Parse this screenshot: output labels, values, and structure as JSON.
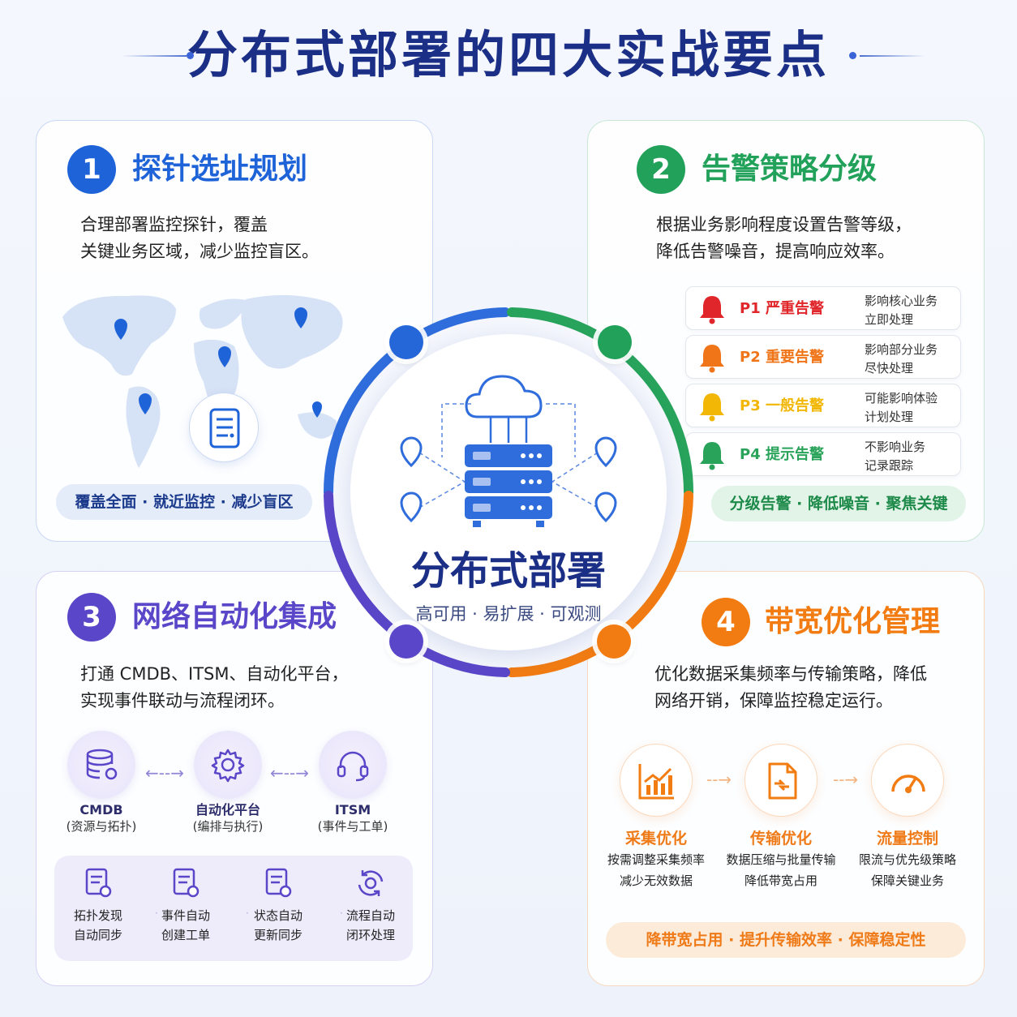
{
  "title": "分布式部署的四大实战要点",
  "center": {
    "title": "分布式部署",
    "subtitle": "高可用 · 易扩展 · 可观测"
  },
  "colors": {
    "blue": "#1f63d8",
    "green": "#21a159",
    "purple": "#5a46c8",
    "orange": "#f27c12",
    "navy": "#1b2f86"
  },
  "card1": {
    "num": "1",
    "title": "探针选址规划",
    "desc_line1": "合理部署监控探针，覆盖",
    "desc_line2": "关键业务区域，减少监控盲区。",
    "tag": "覆盖全面 · 就近监控 · 减少盲区"
  },
  "card2": {
    "num": "2",
    "title": "告警策略分级",
    "desc_line1": "根据业务影响程度设置告警等级，",
    "desc_line2": "降低告警噪音，提高响应效率。",
    "alerts": [
      {
        "level": "P1 严重告警",
        "line1": "影响核心业务",
        "line2": "立即处理",
        "color": "#e0262a"
      },
      {
        "level": "P2 重要告警",
        "line1": "影响部分业务",
        "line2": "尽快处理",
        "color": "#f07418"
      },
      {
        "level": "P3 一般告警",
        "line1": "可能影响体验",
        "line2": "计划处理",
        "color": "#f2b705"
      },
      {
        "level": "P4 提示告警",
        "line1": "不影响业务",
        "line2": "记录跟踪",
        "color": "#2aa35a"
      }
    ],
    "tag": "分级告警 · 降低噪音 · 聚焦关键"
  },
  "card3": {
    "num": "3",
    "title": "网络自动化集成",
    "desc_line1": "打通 CMDB、ITSM、自动化平台，",
    "desc_line2": "实现事件联动与流程闭环。",
    "systems": [
      {
        "name": "CMDB",
        "sub": "(资源与拓扑)",
        "icon": "database-icon"
      },
      {
        "name": "自动化平台",
        "sub": "(编排与执行)",
        "icon": "gear-icon"
      },
      {
        "name": "ITSM",
        "sub": "(事件与工单)",
        "icon": "headset-icon"
      }
    ],
    "flow": [
      {
        "line1": "拓扑发现",
        "line2": "自动同步"
      },
      {
        "line1": "事件自动",
        "line2": "创建工单"
      },
      {
        "line1": "状态自动",
        "line2": "更新同步"
      },
      {
        "line1": "流程自动",
        "line2": "闭环处理"
      }
    ]
  },
  "card4": {
    "num": "4",
    "title": "带宽优化管理",
    "desc_line1": "优化数据采集频率与传输策略，降低",
    "desc_line2": "网络开销，保障监控稳定运行。",
    "items": [
      {
        "name": "采集优化",
        "line1": "按需调整采集频率",
        "line2": "减少无效数据",
        "icon": "chart-icon"
      },
      {
        "name": "传输优化",
        "line1": "数据压缩与批量传输",
        "line2": "降低带宽占用",
        "icon": "file-compress-icon"
      },
      {
        "name": "流量控制",
        "line1": "限流与优先级策略",
        "line2": "保障关键业务",
        "icon": "gauge-icon"
      }
    ],
    "tag": "降带宽占用 · 提升传输效率 · 保障稳定性"
  }
}
